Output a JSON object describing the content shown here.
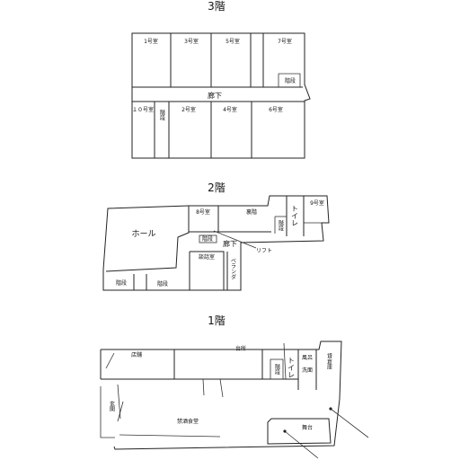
{
  "floors": {
    "third": {
      "title": "3階",
      "rooms": {
        "r1": "1号室",
        "r3": "3号室",
        "r5": "5号室",
        "r7": "7号室",
        "stairs_right": "階段",
        "corridor": "廊下",
        "r10": "１０号室",
        "stairs_left": "階段",
        "r2": "2号室",
        "r4": "4号室",
        "r6": "6号室"
      }
    },
    "second": {
      "title": "2階",
      "rooms": {
        "r8": "8号室",
        "r9": "9号室",
        "hall": "ホール",
        "ura_kaidan": "裏階",
        "toilet": "トイレ",
        "stairs_small": "階段",
        "stairs_label": "階段",
        "corridor": "廊下",
        "lift": "リフト",
        "dansho": "談話室",
        "veranda": "ベランダ",
        "stairs_left": "階段",
        "stairs_center": "階段"
      }
    },
    "first": {
      "title": "1階",
      "rooms": {
        "shop": "店舗",
        "kitchen": "台所",
        "stairs": "階段",
        "toilet": "トイレ",
        "bath": "風呂",
        "wash": "洗面",
        "storage": "貸倉庫",
        "entrance": "玄関",
        "dining": "禁酒食堂",
        "stage": "舞台"
      }
    }
  }
}
